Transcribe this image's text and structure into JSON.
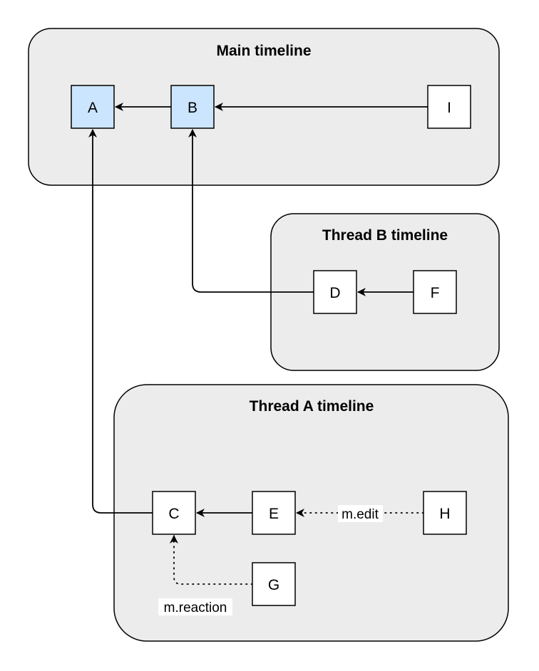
{
  "groups": {
    "main": {
      "title": "Main timeline"
    },
    "thread_b": {
      "title": "Thread B timeline"
    },
    "thread_a": {
      "title": "Thread A timeline"
    }
  },
  "nodes": {
    "A": {
      "label": "A",
      "highlighted": true
    },
    "B": {
      "label": "B",
      "highlighted": true
    },
    "I": {
      "label": "I",
      "highlighted": false
    },
    "D": {
      "label": "D",
      "highlighted": false
    },
    "F": {
      "label": "F",
      "highlighted": false
    },
    "C": {
      "label": "C",
      "highlighted": false
    },
    "E": {
      "label": "E",
      "highlighted": false
    },
    "H": {
      "label": "H",
      "highlighted": false
    },
    "G": {
      "label": "G",
      "highlighted": false
    }
  },
  "edges": [
    {
      "from": "B",
      "to": "A",
      "style": "solid"
    },
    {
      "from": "I",
      "to": "B",
      "style": "solid"
    },
    {
      "from": "F",
      "to": "D",
      "style": "solid"
    },
    {
      "from": "D",
      "to": "B",
      "style": "solid"
    },
    {
      "from": "E",
      "to": "C",
      "style": "solid"
    },
    {
      "from": "C",
      "to": "A",
      "style": "solid"
    },
    {
      "from": "H",
      "to": "E",
      "style": "dotted",
      "label": "m.edit"
    },
    {
      "from": "G",
      "to": "C",
      "style": "dotted",
      "label": "m.reaction"
    }
  ],
  "colors": {
    "group_fill": "#ececec",
    "highlight_fill": "#cce5ff",
    "node_fill": "#ffffff",
    "stroke": "#000000"
  }
}
